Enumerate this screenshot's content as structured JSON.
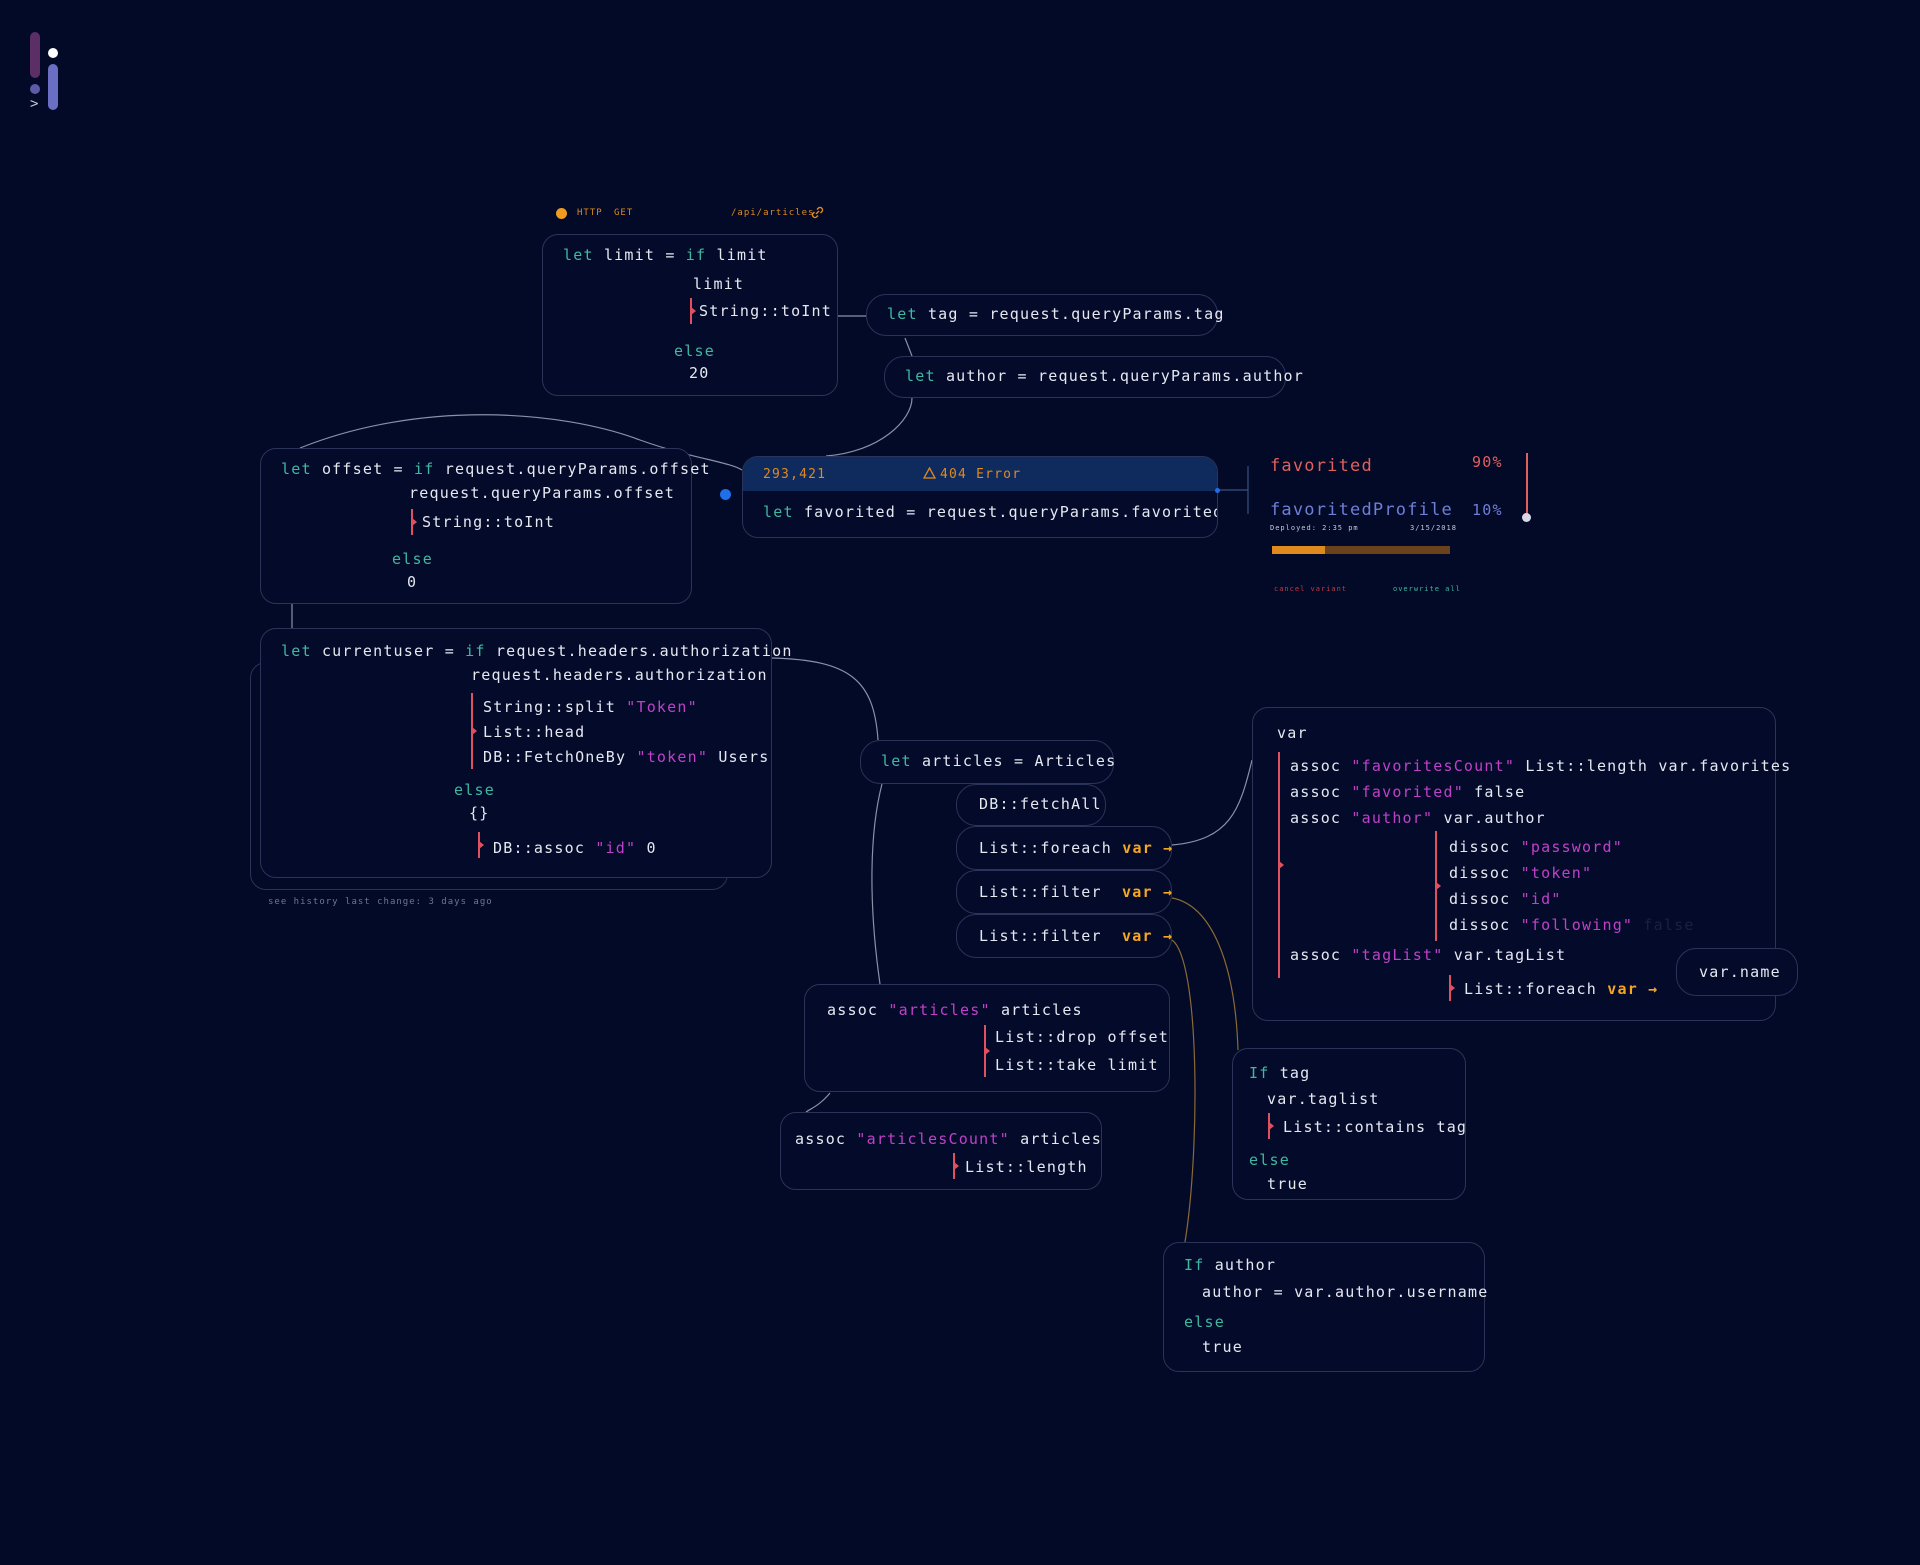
{
  "logo": {
    "caret": ">"
  },
  "http": {
    "method_label": "HTTP",
    "verb": "GET",
    "route": "/api/articles"
  },
  "limit_box": {
    "l1_kw": "let",
    "l1_a": "limit =",
    "l1_kw2": "if",
    "l1_b": "limit",
    "l2": "limit",
    "l3": "String::toInt",
    "else": "else",
    "val": "20"
  },
  "tag": {
    "kw": "let",
    "text": "tag = request.queryParams.tag"
  },
  "author": {
    "kw": "let",
    "text": "author = request.queryParams.author"
  },
  "offset_box": {
    "kw": "let",
    "a": "offset =",
    "kw2": "if",
    "b": "request.queryParams.offset",
    "l2": "request.queryParams.offset",
    "l3": "String::toInt",
    "else": "else",
    "val": "0"
  },
  "favorited": {
    "count": "293,421",
    "error": "404 Error",
    "kw": "let",
    "text": "favorited = request.queryParams.favorited"
  },
  "variant": {
    "a_name": "favorited",
    "a_pct": "90%",
    "b_name": "favoritedProfile",
    "b_pct": "10%",
    "deployed": "Deployed: 2:35 pm",
    "date": "3/15/2018",
    "cancel": "cancel variant",
    "overwrite": "overwrite all",
    "progress": 0.3,
    "colors": {
      "a": "#e0605e",
      "b": "#6f7fd8",
      "bar": "#e08a1e"
    }
  },
  "currentuser_box": {
    "kw": "let",
    "a": "currentuser =",
    "kw2": "if",
    "b": "request.headers.authorization",
    "l2": "request.headers.authorization",
    "p1": "String::split",
    "p1s": "\"Token\"",
    "p2": "List::head",
    "p3": "DB::FetchOneBy",
    "p3s": "\"token\"",
    "p3b": "Users",
    "else": "else",
    "empty": "{}",
    "p4": "DB::assoc",
    "p4s": "\"id\"",
    "p4b": "0",
    "history": "see history",
    "lastchange": "last change: 3 days ago"
  },
  "articles": {
    "kw": "let",
    "text": "articles = Articles"
  },
  "pipeline": {
    "fetch": "DB::fetchAll",
    "foreach": "List::foreach",
    "filter1": "List::filter",
    "filter2": "List::filter",
    "var": "var"
  },
  "var_box": {
    "head": "var",
    "a1": "assoc",
    "a1s": "\"favoritesCount\"",
    "a1b": "List::length var.favorites",
    "a2": "assoc",
    "a2s": "\"favorited\"",
    "a2b": "false",
    "a3": "assoc",
    "a3s": "\"author\"",
    "a3b": "var.author",
    "d1": "dissoc",
    "d1s": "\"password\"",
    "d2": "dissoc",
    "d2s": "\"token\"",
    "d3": "dissoc",
    "d3s": "\"id\"",
    "d4": "dissoc",
    "d4s": "\"following\"",
    "d4b": "false",
    "a4": "assoc",
    "a4s": "\"tagList\"",
    "a4b": "var.tagList",
    "fe": "List::foreach",
    "fev": "var"
  },
  "varname": {
    "text": "var.name"
  },
  "assoc_articles": {
    "a": "assoc",
    "s": "\"articles\"",
    "b": "articles",
    "p1": "List::drop offset",
    "p2": "List::take limit"
  },
  "assoc_count": {
    "a": "assoc",
    "s": "\"articlesCount\"",
    "b": "articles",
    "p1": "List::length"
  },
  "if_tag": {
    "kw": "If",
    "a": "tag",
    "l2": "var.taglist",
    "p1": "List::contains tag",
    "else": "else",
    "val": "true"
  },
  "if_author": {
    "kw": "If",
    "a": "author",
    "l2": "author = var.author.username",
    "else": "else",
    "val": "true"
  }
}
